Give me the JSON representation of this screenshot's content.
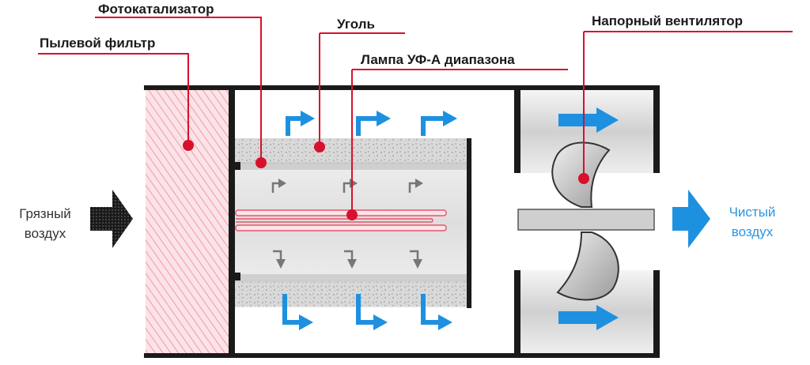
{
  "labels": {
    "dust_filter": "Пылевой фильтр",
    "photocatalyst": "Фотокатализатор",
    "carbon": "Уголь",
    "uv_lamp": "Лампа УФ-А диапазона",
    "fan": "Напорный вентилятор"
  },
  "inlet": {
    "line1": "Грязный",
    "line2": "воздух"
  },
  "outlet": {
    "line1": "Чистый",
    "line2": "воздух"
  },
  "colors": {
    "callout": "#d8102c",
    "flow_arrow": "#1e90e0",
    "clean_air_text": "#2a96e0",
    "frame": "#1a1a1a",
    "filter": "#f2a0ad"
  }
}
